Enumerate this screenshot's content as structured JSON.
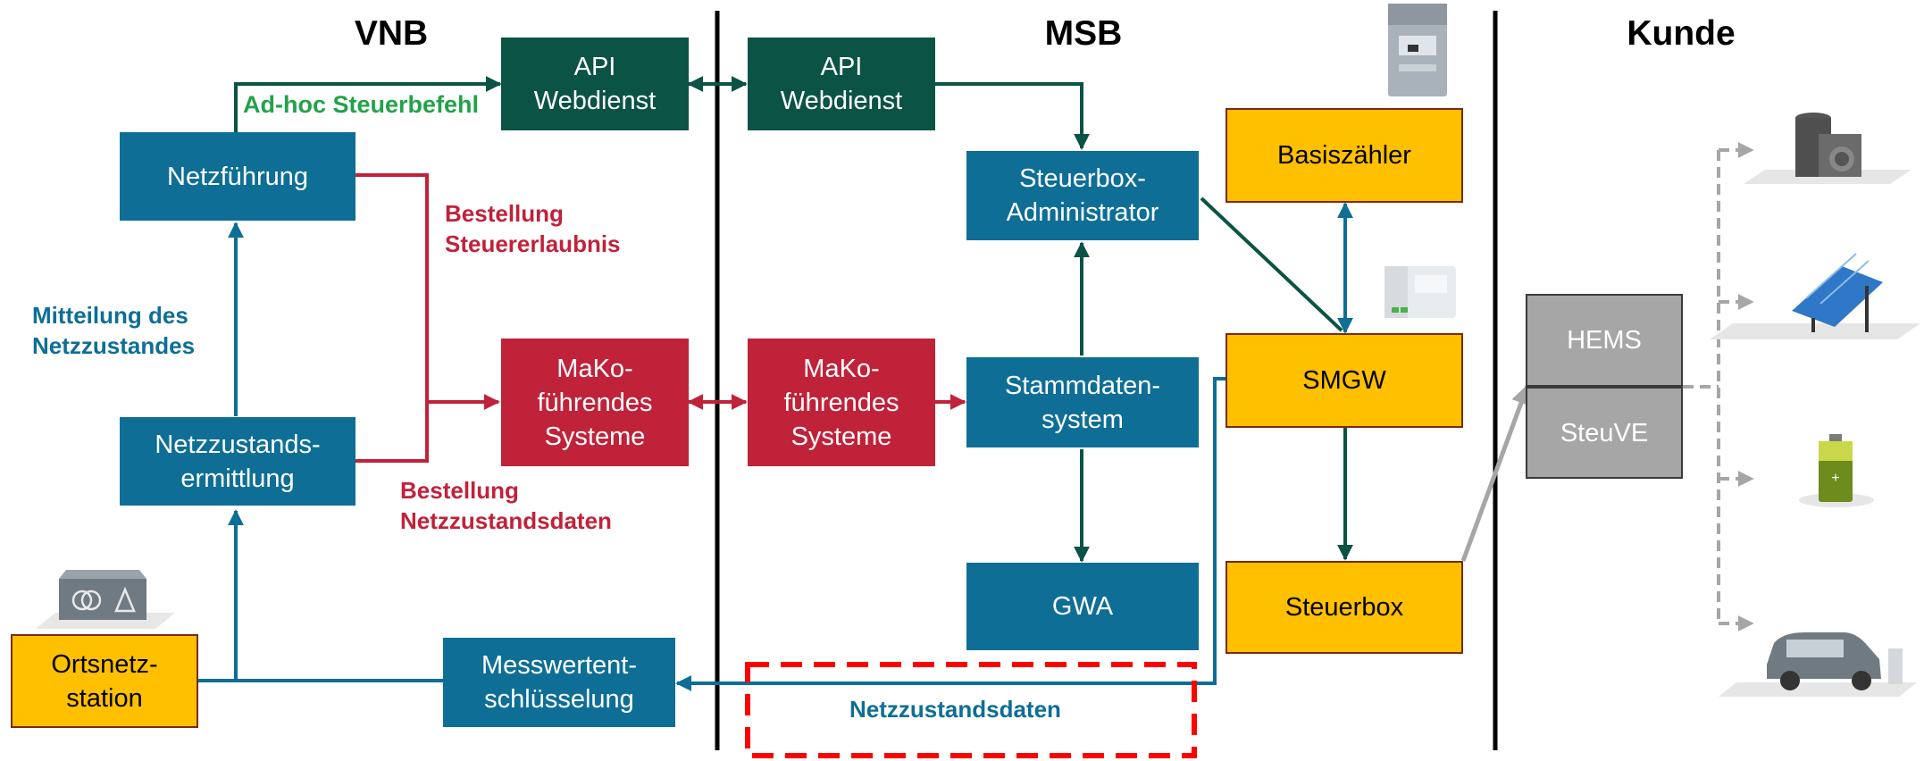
{
  "columns": {
    "vnb": "VNB",
    "msb": "MSB",
    "kunde": "Kunde"
  },
  "boxes": {
    "api_vnb": "API\nWebdienst",
    "api_msb": "API\nWebdienst",
    "netzfuehrung": "Netzführung",
    "netzzustandsermittlung": "Netzzustands-\nermittlung",
    "ortsnetzstation": "Ortsnetz-\nstation",
    "mako_vnb": "MaKo-\nführendes\nSysteme",
    "mako_msb": "MaKo-\nführendes\nSysteme",
    "steuerbox_admin": "Steuerbox-\nAdministrator",
    "stammdatensystem": "Stammdaten-\nsystem",
    "gwa": "GWA",
    "messwertentschluesselung": "Messwertent-\nschlüsselung",
    "basiszaehler": "Basiszähler",
    "smgw": "SMGW",
    "steuerbox": "Steuerbox",
    "hems": "HEMS",
    "steuve": "SteuVE"
  },
  "labels": {
    "adhoc": "Ad-hoc Steuerbefehl",
    "mitteilung": "Mitteilung des\nNetzzustandes",
    "bestellung_steuer": "Bestellung\nSteuererlaubnis",
    "bestellung_netz": "Bestellung\nNetzzustandsdaten",
    "netzzustandsdaten": "Netzzustandsdaten"
  },
  "icons": {
    "ortsnetzstation": "transformer-station-icon",
    "basiszaehler": "electricity-meter-icon",
    "smgw": "smart-meter-gateway-icon",
    "heatpump": "heat-pump-icon",
    "pv": "solar-panel-icon",
    "battery": "battery-storage-icon",
    "ev": "electric-car-charger-icon"
  },
  "colors": {
    "blue": "#0e6e96",
    "dark_green": "#0b5345",
    "red": "#c0223a",
    "yellow": "#ffc000",
    "grey": "#a6a6a6",
    "green_label": "#22a24a",
    "dashed_red": "#ff0000"
  }
}
